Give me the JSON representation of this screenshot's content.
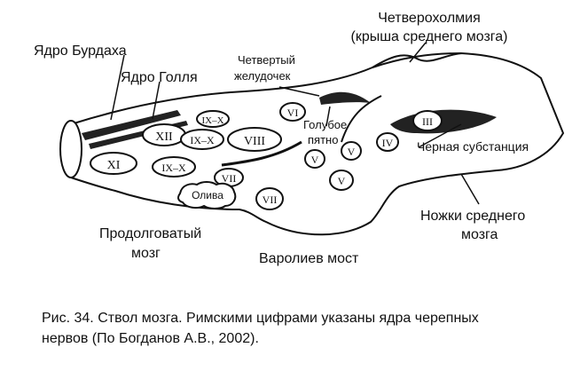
{
  "labels": {
    "chetverokholmiya_l1": "Четверохолмия",
    "chetverokholmiya_l2": "(крыша среднего мозга)",
    "burdakh": "Ядро Бурдаха",
    "goll": "Ядро Голля",
    "ventricle_l1": "Четвертый",
    "ventricle_l2": "желудочек",
    "locus_l1": "Голубое",
    "locus_l2": "пятно",
    "substantia": "Черная субстанция",
    "peduncles_l1": "Ножки среднего",
    "peduncles_l2": "мозга",
    "medulla_l1": "Продолговатый",
    "medulla_l2": "мозг",
    "pons": "Варолиев мост",
    "oliva": "Олива"
  },
  "nuclei": [
    "XII",
    "IX–X",
    "VIII",
    "XI",
    "IX–X",
    "VII",
    "VII",
    "VI",
    "V",
    "V",
    "V",
    "IV",
    "III",
    "IX–X"
  ],
  "caption": {
    "line1": "Рис. 34. Ствол мозга. Римскими цифрами указаны ядра черепных",
    "line2": "нервов (По Богданов А.В., 2002)."
  }
}
